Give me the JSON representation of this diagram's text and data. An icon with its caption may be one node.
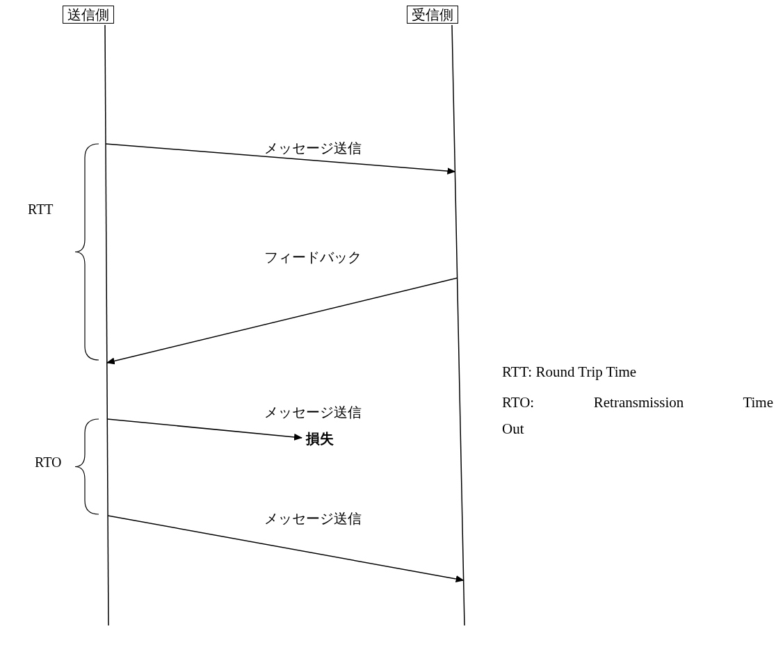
{
  "diagram": {
    "nodes": [
      {
        "text": [
          "送信側"
        ]
      },
      {
        "text": [
          "受信側"
        ]
      },
      {
        "text": [
          "損失"
        ]
      }
    ],
    "edges": [
      {
        "from": 0,
        "to": 1,
        "arrow": "to",
        "label": "メッセージ送信"
      },
      {
        "from": 1,
        "to": 0,
        "arrow": "to",
        "label": "フィードバック"
      },
      {
        "from": 0,
        "to": 2,
        "arrow": "to",
        "label": "メッセージ送信"
      },
      {
        "from": 0,
        "to": 1,
        "arrow": "to",
        "label": "メッセージ送信"
      }
    ],
    "labels": [
      "RTT",
      "RTO",
      "RTT: Round Trip Time",
      "RTO: Retransmission Time Out"
    ]
  }
}
